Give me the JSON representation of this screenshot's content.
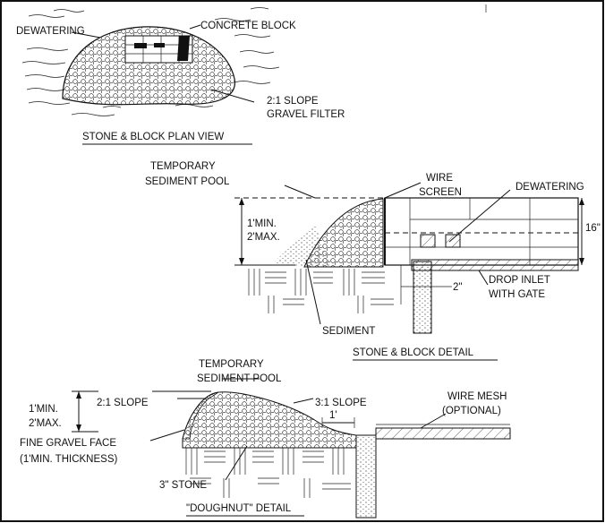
{
  "plan_view": {
    "title": "STONE & BLOCK PLAN VIEW",
    "labels": {
      "dewatering": "DEWATERING",
      "concrete_block": "CONCRETE BLOCK",
      "slope_line1": "2:1 SLOPE",
      "slope_line2": "GRAVEL FILTER"
    }
  },
  "stone_block_detail": {
    "title": "STONE & BLOCK DETAIL",
    "labels": {
      "pool_line1": "TEMPORARY",
      "pool_line2": "SEDIMENT POOL",
      "depth_line1": "1'MIN.",
      "depth_line2": "2'MAX.",
      "wire_line1": "WIRE",
      "wire_line2": "SCREEN",
      "dewatering": "DEWATERING",
      "height": "16\"",
      "gap": "2\"",
      "inlet_line1": "DROP INLET",
      "inlet_line2": "WITH GATE",
      "sediment": "SEDIMENT"
    }
  },
  "doughnut_detail": {
    "title": "\"DOUGHNUT\" DETAIL",
    "labels": {
      "pool_line1": "TEMPORARY",
      "pool_line2": "SEDIMENT POOL",
      "depth_line1": "1'MIN.",
      "depth_line2": "2'MAX.",
      "slope_left": "2:1 SLOPE",
      "slope_right": "3:1 SLOPE",
      "offset": "1'",
      "mesh_line1": "WIRE MESH",
      "mesh_line2": "(OPTIONAL)",
      "face_line1": "FINE GRAVEL FACE",
      "face_line2": "(1'MIN. THICKNESS)",
      "stone": "3\" STONE"
    }
  }
}
